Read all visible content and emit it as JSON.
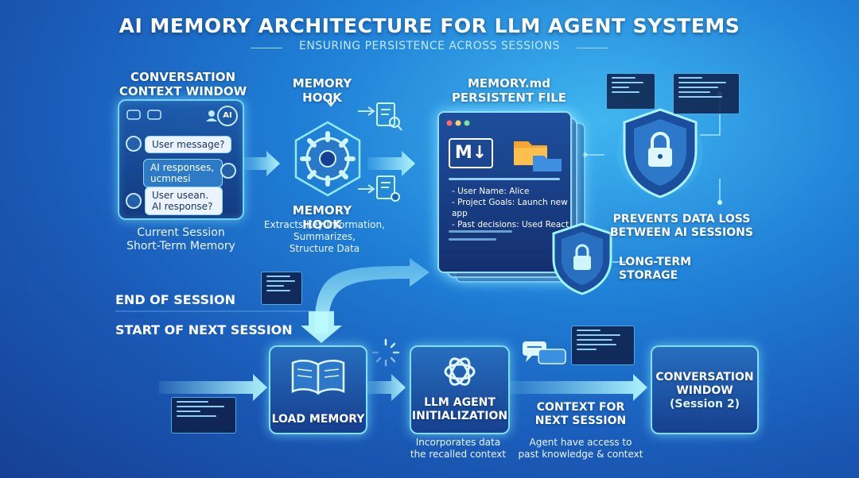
{
  "title": "AI MEMORY ARCHITECTURE FOR LLM AGENT SYSTEMS",
  "subtitle": "ENSURING PERSISTENCE ACROSS SESSIONS",
  "context_window": {
    "heading_line1": "CONVERSATION",
    "heading_line2": "CONTEXT WINDOW",
    "ai_badge": "AI",
    "messages": [
      "User message?",
      "AI responses, ucmnesi",
      "User usean. AI response?"
    ],
    "caption_line1": "Current Session",
    "caption_line2": "Short-Term Memory"
  },
  "memory_hook": {
    "heading_top": "MEMORY HOOK",
    "heading_bottom": "MEMORY HOOK",
    "caption_line1": "Extracts Key Information,",
    "caption_line2": "Summarizes,",
    "caption_line3": "Structure Data"
  },
  "memory_file": {
    "heading_line1": "MEMORY.md",
    "heading_line2": "PERSISTENT FILE",
    "md_badge": "M↓",
    "entries": [
      "- User Name: Alice",
      "- Project Goals: Launch new app",
      "- Past decisions: Used React"
    ]
  },
  "security": {
    "caption_line1": "PREVENTS DATA LOSS",
    "caption_line2": "BETWEEN AI SESSIONS",
    "storage_line1": "LONG-TERM",
    "storage_line2": "STORAGE"
  },
  "phases": {
    "end": "END OF SESSION",
    "start": "START OF NEXT SESSION"
  },
  "load_memory": {
    "label": "LOAD MEMORY"
  },
  "agent_init": {
    "label_line1": "LLM AGENT",
    "label_line2": "INITIALIZATION",
    "caption_line1": "Incorporates data",
    "caption_line2": "the recalled context"
  },
  "context_next": {
    "label_line1": "CONTEXT FOR",
    "label_line2": "NEXT SESSION",
    "caption_line1": "Agent have access to",
    "caption_line2": "past knowledge & context"
  },
  "conversation_window": {
    "label_line1": "CONVERSATION",
    "label_line2": "WINDOW",
    "label_line3": "(Session 2)"
  },
  "colors": {
    "accent": "#6fd6ff",
    "glow": "#9ef6ff",
    "text": "#ffffff"
  },
  "icons": [
    "chat-icon",
    "user-icon",
    "ai-chip-icon",
    "gear-icon",
    "document-icon",
    "markdown-icon",
    "folder-icon",
    "lock-icon",
    "shield-icon",
    "book-icon",
    "openai-knot-icon",
    "loading-spinner-icon"
  ]
}
